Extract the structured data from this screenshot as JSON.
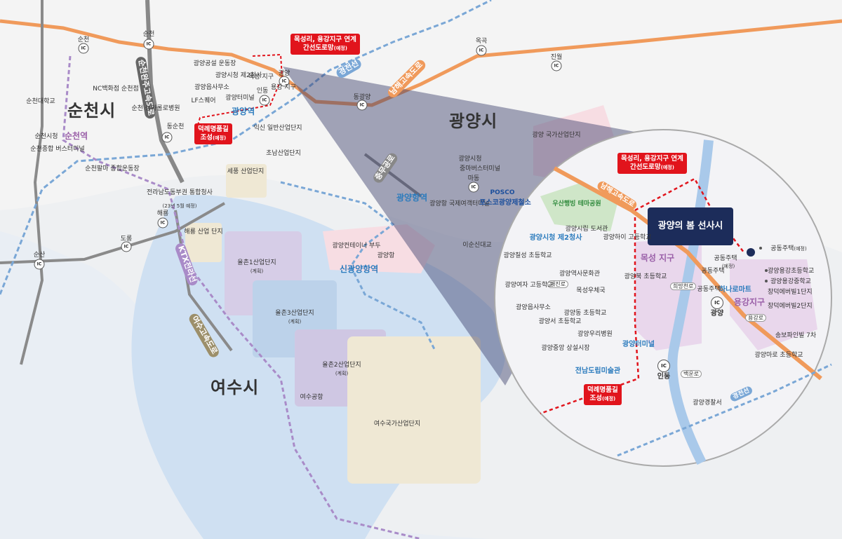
{
  "colors": {
    "highway": "#f09a5b",
    "rail": "#7aa7d6",
    "ktx_rail": "#a98bc8",
    "callout_red": "#e1141c",
    "zone_pink": "#f7dde3",
    "brand_navy": "#1c2c5a"
  },
  "cities": {
    "suncheon": "순천시",
    "gwangyang": "광양시",
    "yeosu": "여수시"
  },
  "roads": {
    "suncheon_wanju_expressway": "순천완주고속도로",
    "namhae_expressway": "남해고속도로",
    "gyeongjeon_line": "경전선",
    "ktx_jeolla_line": "KTX전라선",
    "yeosu_expressway": "여수고속도로",
    "chungmugongro": "충무공로",
    "namhae_expressway_inset": "남해고속도로",
    "gyeongjeon_line_inset": "경전선",
    "huirangcheonro": "희망천로",
    "baekunro": "백운로",
    "yonggangro": "용강로",
    "main_road": "매진로"
  },
  "interchanges": {
    "suncheon_1": "순천",
    "suncheon_2": "순천",
    "okgok": "옥곡",
    "jinwol": "진월",
    "dong_gwangyang": "동광양",
    "dongsuncheon": "동순천",
    "haeryong": "해룡",
    "dorong": "도롱",
    "sunsan": "순산",
    "madong": "마동",
    "indong": "인동",
    "gwangyang": "광양",
    "indong_inset": "인동",
    "gwangyang_inset": "광양"
  },
  "stations": {
    "suncheon": "순천역",
    "gwangyang": "광양역",
    "gwangyang_port": "광양항역",
    "new_gwangyang_port": "신광양항역"
  },
  "callouts": {
    "link_road_top_line1": "목성리, 용강지구 연계",
    "link_road_top_line2": "간선도로망",
    "link_road_top_suffix": "(예정)",
    "dukrye_top_line1": "덕례명품길",
    "dukrye_top_line2": "조성",
    "dukrye_top_suffix": "(예정)",
    "link_road_inset_line1": "목성리, 용강지구 연계",
    "link_road_inset_line2": "간선도로망",
    "link_road_inset_suffix": "(예정)",
    "dukrye_inset_line1": "덕례명품길",
    "dukrye_inset_line2": "조성",
    "dukrye_inset_suffix": "(예정)"
  },
  "brand": {
    "text": "광양의 봄 선사시"
  },
  "labels": {
    "gwangyang_stadium": "광양공설 운동장",
    "gwangyang_cityhall2": "광양시청 제2청사",
    "gwangyang_office": "광양읍사무소",
    "lf_square": "LF스퀘어",
    "gwangyang_terminal": "광양터미널",
    "mokseong_top": "목성 지구",
    "yonggang_top": "용강 지구",
    "indong_top": "인동",
    "nc_suncheon": "NC백화점 순천점",
    "suncheon_university": "순천대학교",
    "seongga_hospital": "순천 성가롤로병원",
    "suncheon_cityhall": "순천시청",
    "suncheon_bus": "순천종합 버스터미널",
    "suncheon_palma": "순천팔마 종합운동장",
    "gwangyang_nat_industry": "광양 국가산업단지",
    "ikshin": "익신 일반산업단지",
    "chonam": "초남산업단지",
    "sejong": "세풍 산업단지",
    "haeryong_industry": "해룡 산업 단지",
    "jeonnam_free_zone": "전라남도동부권 통합청사",
    "jeonnam_free_zone_note": "(23년 5월 예정)",
    "yulchon1": "율촌1산업단지",
    "yulchon1_note": "(계획)",
    "yulchon3": "율촌3산업단지",
    "yulchon3_note": "(계획)",
    "yulchon2": "율촌2산업단지",
    "yulchon2_note": "(계획)",
    "yeosu_nat_industry": "여수국가산업단지",
    "yeosu_airport": "여수공항",
    "gwangyang_cityhall": "광양시청",
    "jungma_bus": "중마버스터미널",
    "madong_label": "마동",
    "gwangyang_port_ferry": "광양항 국제여객터미널",
    "posco_logo": "POSCO",
    "posco": "포스코광양제철소",
    "gwangyang_container": "광양컨테이너 부두",
    "gwangyang_port": "광양항",
    "isunsin_bridge": "이순신대교",
    "dong_gwangyang_ic": "동광양"
  },
  "inset": {
    "wusan_park": "우산행빙 테마공원",
    "gwangyang_library": "광양시립 도서관",
    "gwangyang_high": "광양하이 고등학교",
    "cityhall2": "광양시청 제2청사",
    "gwangyang_ilsil": "광양칠성 초등학교",
    "mokseong_district": "목성 지구",
    "gwangyang_munhwa": "광양역사문화관",
    "gwangyang_girls_high": "광양여자 고등학교",
    "mokseong_church": "목성우체국",
    "gwangyang_north_elem": "광양북 초등학교",
    "gwangyang_office": "광양읍사무소",
    "gwangyang_dong_elem": "광양동 초등학교",
    "gwangyang_west_elem": "광양서 초등학교",
    "gwangyang_hospital": "광양우리병원",
    "gwangyang_market": "광양중앙 상설시장",
    "gwangyang_terminal": "광양터미널",
    "art_museum": "전남도립미술관",
    "hanaro_mart": "하나로마트",
    "yonggang_district": "용강지구",
    "gongdong_apt": "공동주택",
    "gongdong_apt2": "공동주택",
    "gongdong_apt3": "공동주택",
    "gongdong_apt_note": "(예정)",
    "gongdong_apt_top": "공동주택",
    "gongdong_apt_top_note": "(예정)",
    "yonggang_elem": "광양용강초등학교",
    "yonggang_middle": "광양용강중학교",
    "changdeok1": "창덕에버빌1단지",
    "changdeok2": "창덕에버빌2단지",
    "songbo": "송보파인빌 7차",
    "gwangyang_maro": "광양마로 초등학교",
    "police": "광양경찰서",
    "indong": "인동",
    "gwangyang_ic": "광양"
  }
}
